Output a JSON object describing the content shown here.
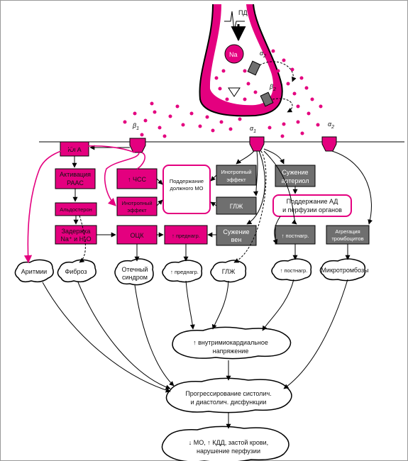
{
  "colors": {
    "pink": "#e4007f",
    "gray": "#6f6f6f",
    "black": "#000000"
  },
  "neuron": {
    "impulse": "ПД",
    "sodium": "Na"
  },
  "receptors": {
    "beta1": "β",
    "beta1_sub": "1",
    "beta2": "β",
    "beta2_sub": "2",
    "alpha2": "α",
    "alpha2_sub": "2",
    "alpha1": "α",
    "alpha1_sub": "1"
  },
  "boxes": {
    "yuga": "ЮГА",
    "raas": [
      "Активация",
      "РААС"
    ],
    "aldosteron": "Альдостерон",
    "zaderzhka": [
      "Задержка",
      "Na⁺ и H₂O"
    ],
    "chss": "↑ ЧСС",
    "inotrop_left": [
      "Инотропный",
      "эффект"
    ],
    "otsk": "ОЦК",
    "prednagr_box": "↑ преднагр.",
    "mo_support": [
      "Поддержание",
      "должного МО"
    ],
    "inotrop_right": [
      "Инотропный",
      "эффект"
    ],
    "glzh_box": "ГЛЖ",
    "suzhenie_ven": [
      "Сужение",
      "вен"
    ],
    "suzhenie_arteriol": [
      "Сужение",
      "артериол"
    ],
    "podderzhanie_ad": [
      "Поддержание АД",
      "и перфузии органов"
    ],
    "postnagr_box": "↑ постнагр.",
    "agregatsiya": [
      "Агрегация",
      "тромбоцитов"
    ]
  },
  "outcomes": {
    "aritmii": "Аритмии",
    "fibroz": "Фиброз",
    "otechny": [
      "Отечный",
      "синдром"
    ],
    "prednagr": "↑ преднагр.",
    "glzh": "ГЛЖ",
    "postnagr": "↑ постнагр.",
    "mikrotrombozy": "Микротромбозы",
    "napryazhenie": [
      "↑ внутримиокардиальное",
      "напряжение"
    ],
    "progress": [
      "Прогрессирование систолич.",
      "и диастолич. дисфункции"
    ],
    "final": [
      "↓ МО, ↑ КДД, застой крови,",
      "нарушение перфузии"
    ]
  }
}
